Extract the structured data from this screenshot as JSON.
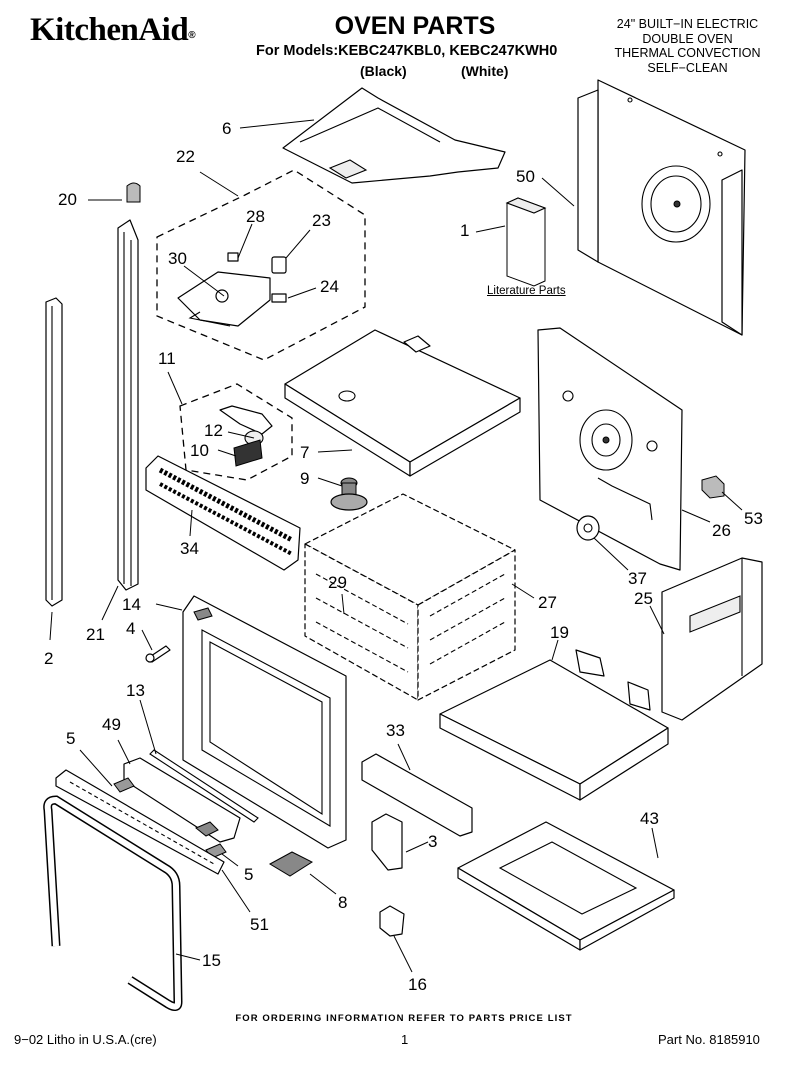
{
  "header": {
    "brand": "KitchenAid",
    "brand_mark": "®",
    "title": "OVEN PARTS",
    "models_line": "For Models:KEBC247KBL0, KEBC247KWH0",
    "variant_black": "(Black)",
    "variant_white": "(White)",
    "spec_lines": [
      "24\" BUILT−IN ELECTRIC",
      "DOUBLE OVEN",
      "THERMAL CONVECTION",
      "SELF−CLEAN"
    ]
  },
  "diagram": {
    "callouts": {
      "c1": "1",
      "c2": "2",
      "c3": "3",
      "c4": "4",
      "c5a": "5",
      "c5b": "5",
      "c6": "6",
      "c7": "7",
      "c8": "8",
      "c9": "9",
      "c10": "10",
      "c11": "11",
      "c12": "12",
      "c13": "13",
      "c14": "14",
      "c15": "15",
      "c16": "16",
      "c19": "19",
      "c20": "20",
      "c21": "21",
      "c22": "22",
      "c23": "23",
      "c24": "24",
      "c25": "25",
      "c26": "26",
      "c27": "27",
      "c28": "28",
      "c29": "29",
      "c30": "30",
      "c33": "33",
      "c34": "34",
      "c37": "37",
      "c43": "43",
      "c49": "49",
      "c50": "50",
      "c51": "51",
      "c53": "53"
    },
    "literature_label": "Literature Parts"
  },
  "footer": {
    "ordering_note": "FOR ORDERING INFORMATION REFER TO PARTS PRICE LIST",
    "litho": "9−02 Litho in U.S.A.(cre)",
    "page": "1",
    "part_no": "Part No. 8185910"
  }
}
